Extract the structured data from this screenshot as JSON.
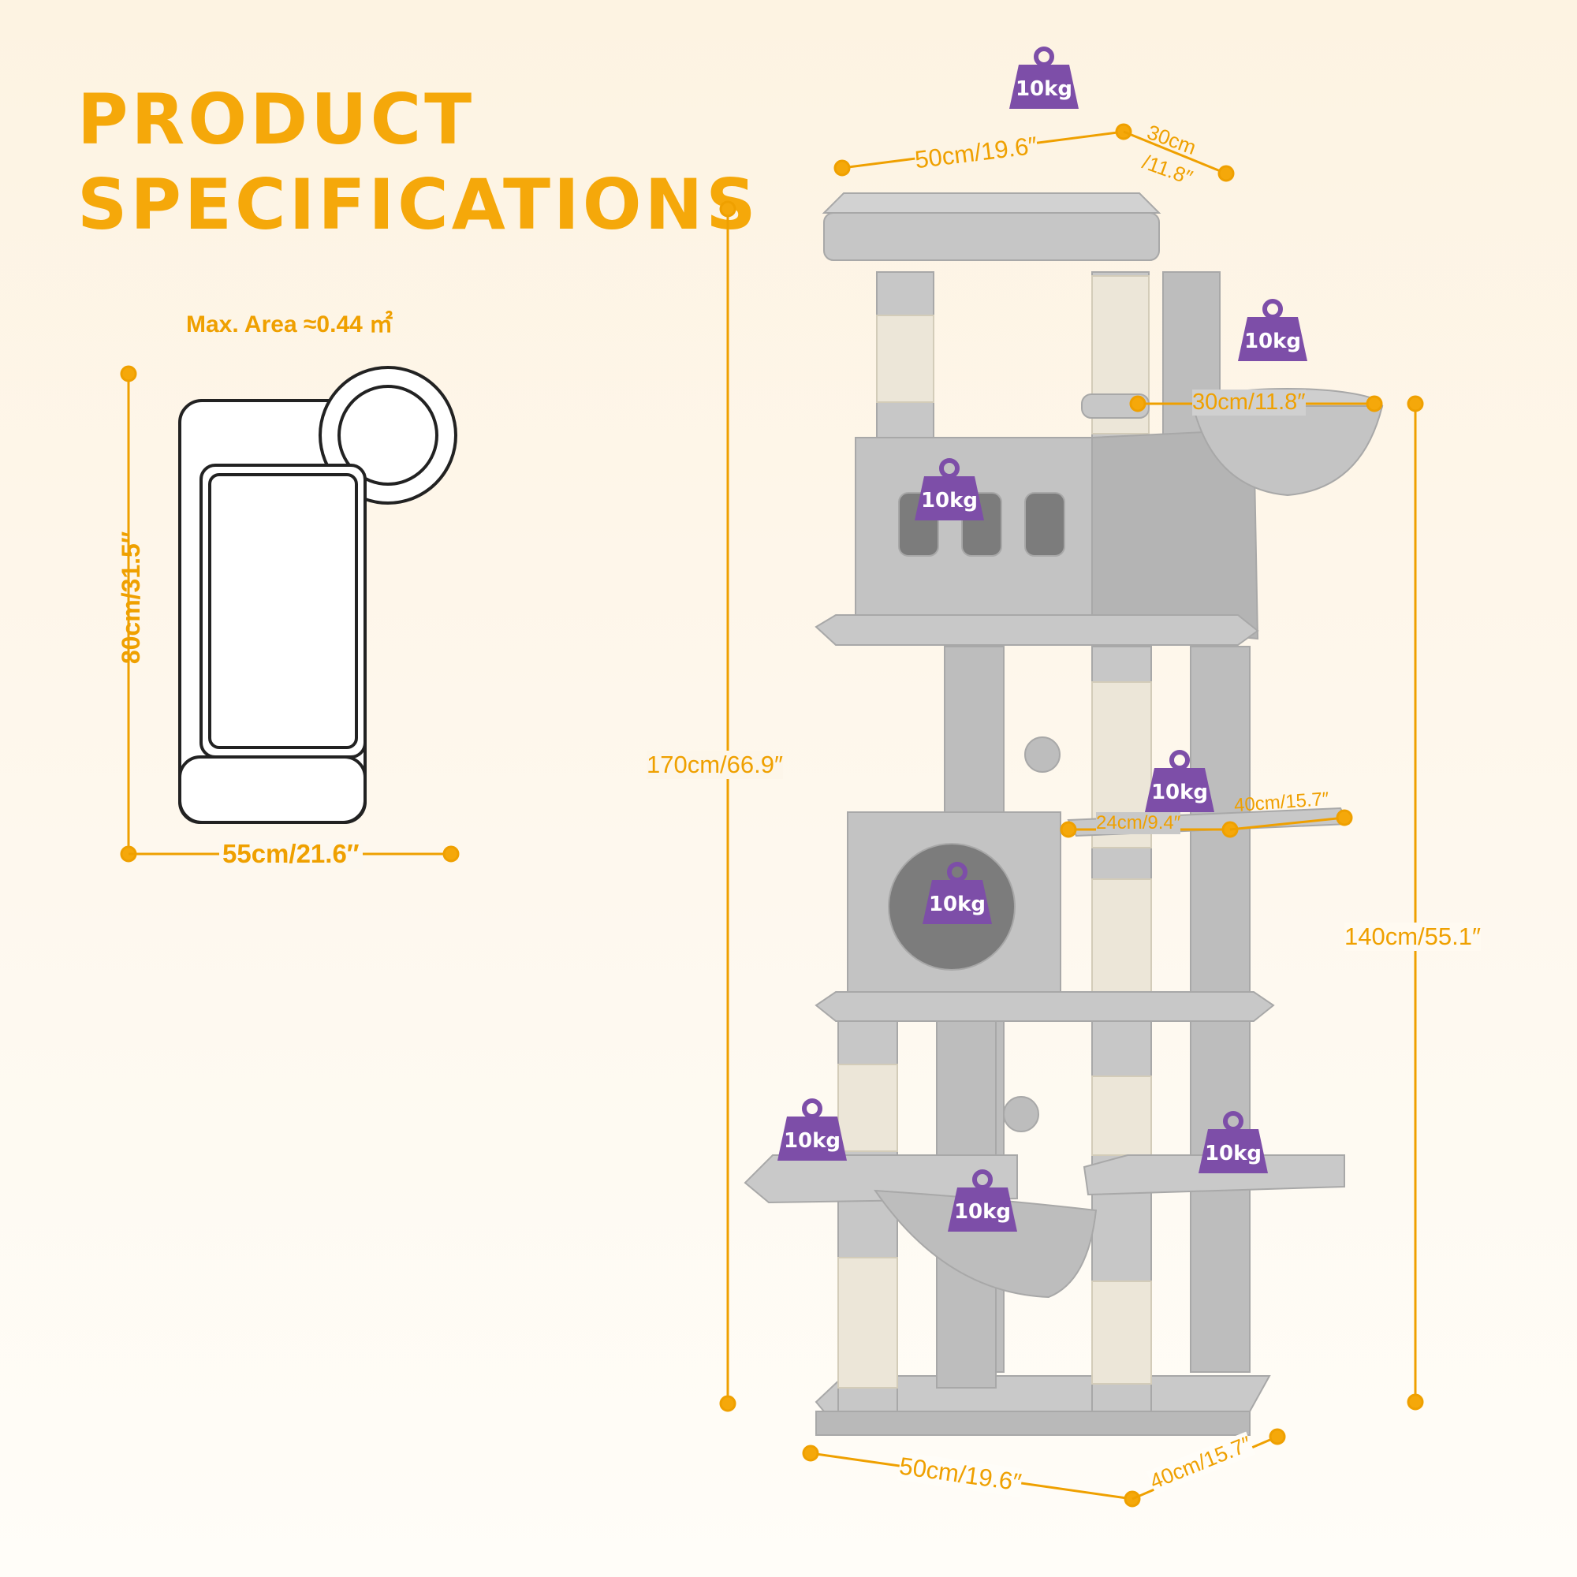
{
  "heading": {
    "line1": "PRODUCT",
    "line2": "SPECIFICATIONS"
  },
  "footprint": {
    "max_area": "Max. Area ≈0.44 ㎡",
    "width": "55cm/21.6″",
    "depth": "80cm/31.5″"
  },
  "dimensions": {
    "top_width": "50cm/19.6″",
    "top_depth_1": "30cm",
    "top_depth_2": "/11.8″",
    "basket_width": "30cm/11.8″",
    "total_height": "170cm/66.9″",
    "basket_height": "140cm/55.1″",
    "perch_depth": "24cm/9.4″",
    "perch_width": "40cm/15.7″",
    "base_width": "50cm/19.6″",
    "base_depth": "40cm/15.7″"
  },
  "load_label": "10kg",
  "colors": {
    "accent": "#f5a80a",
    "weight_badge": "#7d4ea8",
    "plush": "#c4c4c4",
    "sisal": "#ece6d8"
  }
}
